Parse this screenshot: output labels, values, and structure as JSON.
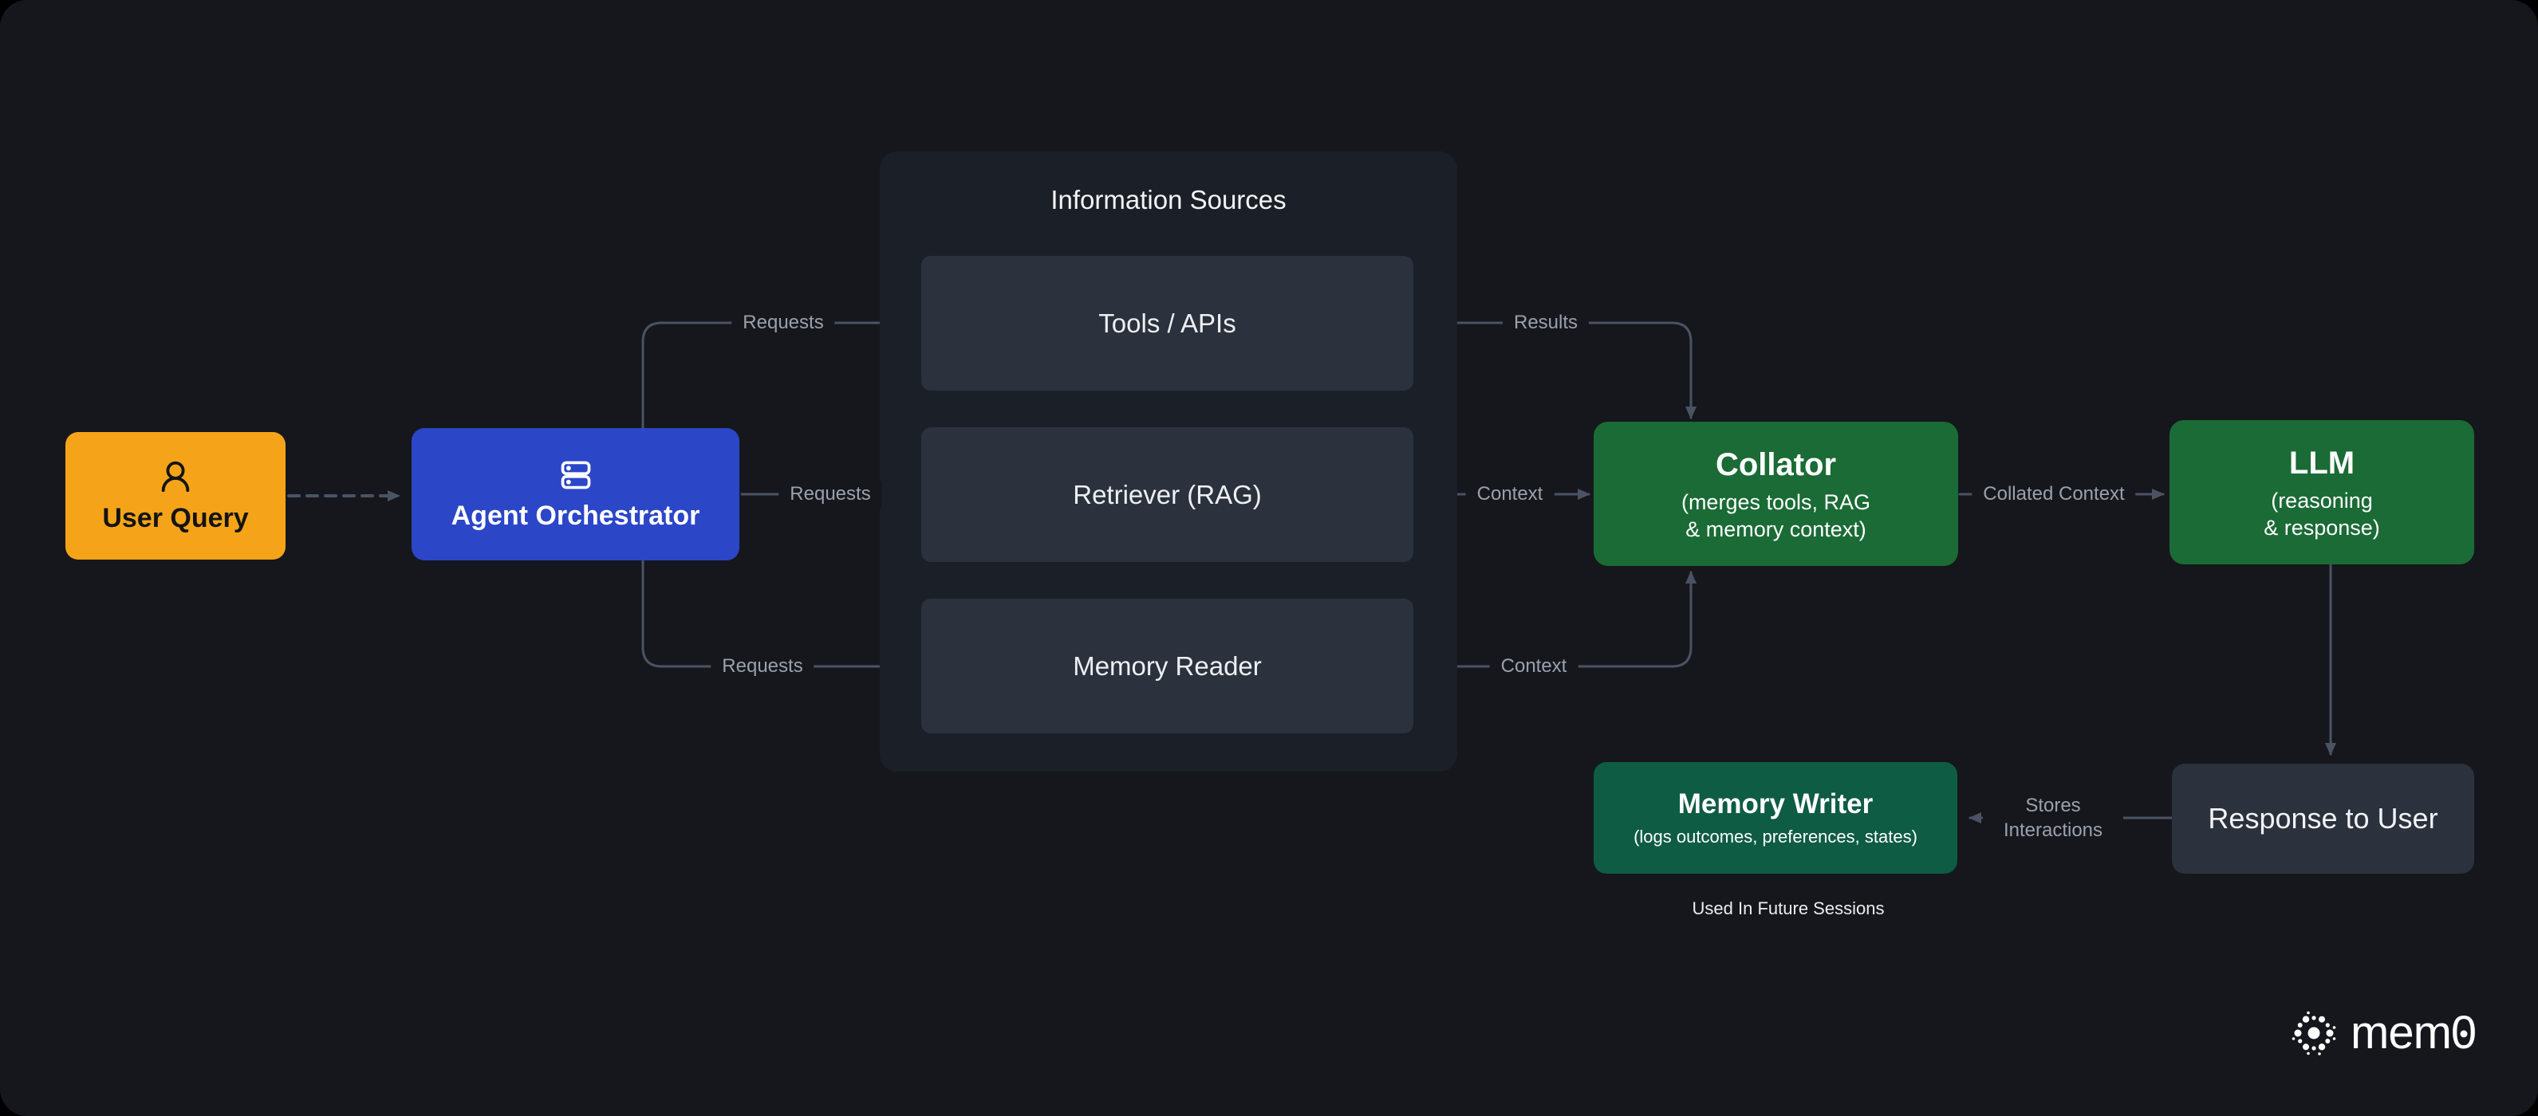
{
  "nodes": {
    "user_query": {
      "label": "User Query"
    },
    "orchestrator": {
      "label": "Agent Orchestrator"
    },
    "panel": {
      "title": "Information Sources"
    },
    "tools": {
      "label": "Tools / APIs"
    },
    "retriever": {
      "label": "Retriever (RAG)"
    },
    "memory_reader": {
      "label": "Memory Reader"
    },
    "collator": {
      "label": "Collator",
      "sublabel": "(merges tools, RAG\n& memory context)"
    },
    "llm": {
      "label": "LLM",
      "sublabel": "(reasoning\n& response)"
    },
    "memory_writer": {
      "label": "Memory Writer",
      "sublabel": "(logs outcomes, preferences, states)"
    },
    "response": {
      "label": "Response to User"
    }
  },
  "edges": {
    "requests_top": "Requests",
    "requests_mid": "Requests",
    "requests_bottom": "Requests",
    "results": "Results",
    "context_mid": "Context",
    "context_bottom": "Context",
    "collated": "Collated Context",
    "stores": "Stores Interactions"
  },
  "notes": {
    "future": "Used In Future Sessions"
  },
  "brand": {
    "prefix": "mem",
    "zero": "0"
  },
  "colors": {
    "canvas": "#15171D",
    "panel": "#1B1F27",
    "slate_box": "#2B313D",
    "green": "#1A6B35",
    "dark_green": "#0E5C43",
    "blue": "#2B46C7",
    "orange": "#F5A41A",
    "wire": "#4A5363",
    "edge_label": "#9AA1AD"
  }
}
